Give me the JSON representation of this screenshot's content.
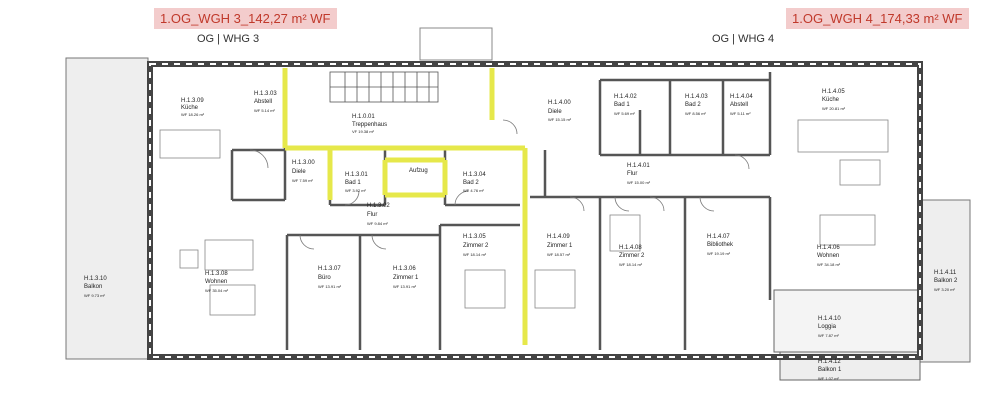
{
  "header": {
    "left_title": "1.OG_WGH 3_142,27 m² WF",
    "right_title": "1.OG_WGH 4_174,33 m² WF",
    "left_subtitle": "OG | WHG 3",
    "right_subtitle": "OG | WHG 4"
  },
  "colors": {
    "title_bg": "#f3cccc",
    "title_text": "#c0392b",
    "highlight_wall": "#e6e84a",
    "wall": "#555555",
    "balcony_fill": "#eeeeee"
  },
  "rooms": [
    {
      "id": "H.1.3.09",
      "name": "Küche",
      "area": "WF 18.26 m²"
    },
    {
      "id": "H.1.3.03",
      "name": "Abstell",
      "area": "WF 5.14 m²"
    },
    {
      "id": "H.1.0.01",
      "name": "Treppenhaus",
      "area": "VF 19.38 m²"
    },
    {
      "id": "H.1.3.00",
      "name": "Diele",
      "area": "WF 7.59 m²"
    },
    {
      "id": "H.1.3.01",
      "name": "Bad 1",
      "area": "WF 3.92 m²"
    },
    {
      "id": "",
      "name": "Aufzug",
      "area": ""
    },
    {
      "id": "H.1.3.04",
      "name": "Bad 2",
      "area": "WF 4.76 m²"
    },
    {
      "id": "H.1.3.02",
      "name": "Flur",
      "area": "WF 9.84 m²"
    },
    {
      "id": "H.1.4.00",
      "name": "Diele",
      "area": "WF 15.15 m²"
    },
    {
      "id": "H.1.4.02",
      "name": "Bad 1",
      "area": "WF 5.69 m²"
    },
    {
      "id": "H.1.4.03",
      "name": "Bad 2",
      "area": "WF 8.56 m²"
    },
    {
      "id": "H.1.4.04",
      "name": "Abstell",
      "area": "WF 5.11 m²"
    },
    {
      "id": "H.1.4.05",
      "name": "Küche",
      "area": "WF 20.81 m²"
    },
    {
      "id": "H.1.4.01",
      "name": "Flur",
      "area": "WF 15.00 m²"
    },
    {
      "id": "H.1.3.10",
      "name": "Balkon",
      "area": "WF 9.73 m²"
    },
    {
      "id": "H.1.3.08",
      "name": "Wohnen",
      "area": "WF 35.04 m²"
    },
    {
      "id": "H.1.3.07",
      "name": "Büro",
      "area": "WF 13.91 m²"
    },
    {
      "id": "H.1.3.06",
      "name": "Zimmer 1",
      "area": "WF 13.91 m²"
    },
    {
      "id": "H.1.3.05",
      "name": "Zimmer 2",
      "area": "WF 18.14 m²"
    },
    {
      "id": "H.1.4.09",
      "name": "Zimmer 1",
      "area": "WF 18.57 m²"
    },
    {
      "id": "H.1.4.08",
      "name": "Zimmer 2",
      "area": "WF 18.14 m²"
    },
    {
      "id": "H.1.4.07",
      "name": "Bibliothek",
      "area": "WF 19.19 m²"
    },
    {
      "id": "H.1.4.06",
      "name": "Wohnen",
      "area": "WF 34.18 m²"
    },
    {
      "id": "H.1.4.11",
      "name": "Balkon 2",
      "area": "WF 3.20 m²"
    },
    {
      "id": "H.1.4.10",
      "name": "Loggia",
      "area": "WF 7.87 m²"
    },
    {
      "id": "H.1.4.12",
      "name": "Balkon 1",
      "area": "WF 1.07 m²"
    }
  ]
}
